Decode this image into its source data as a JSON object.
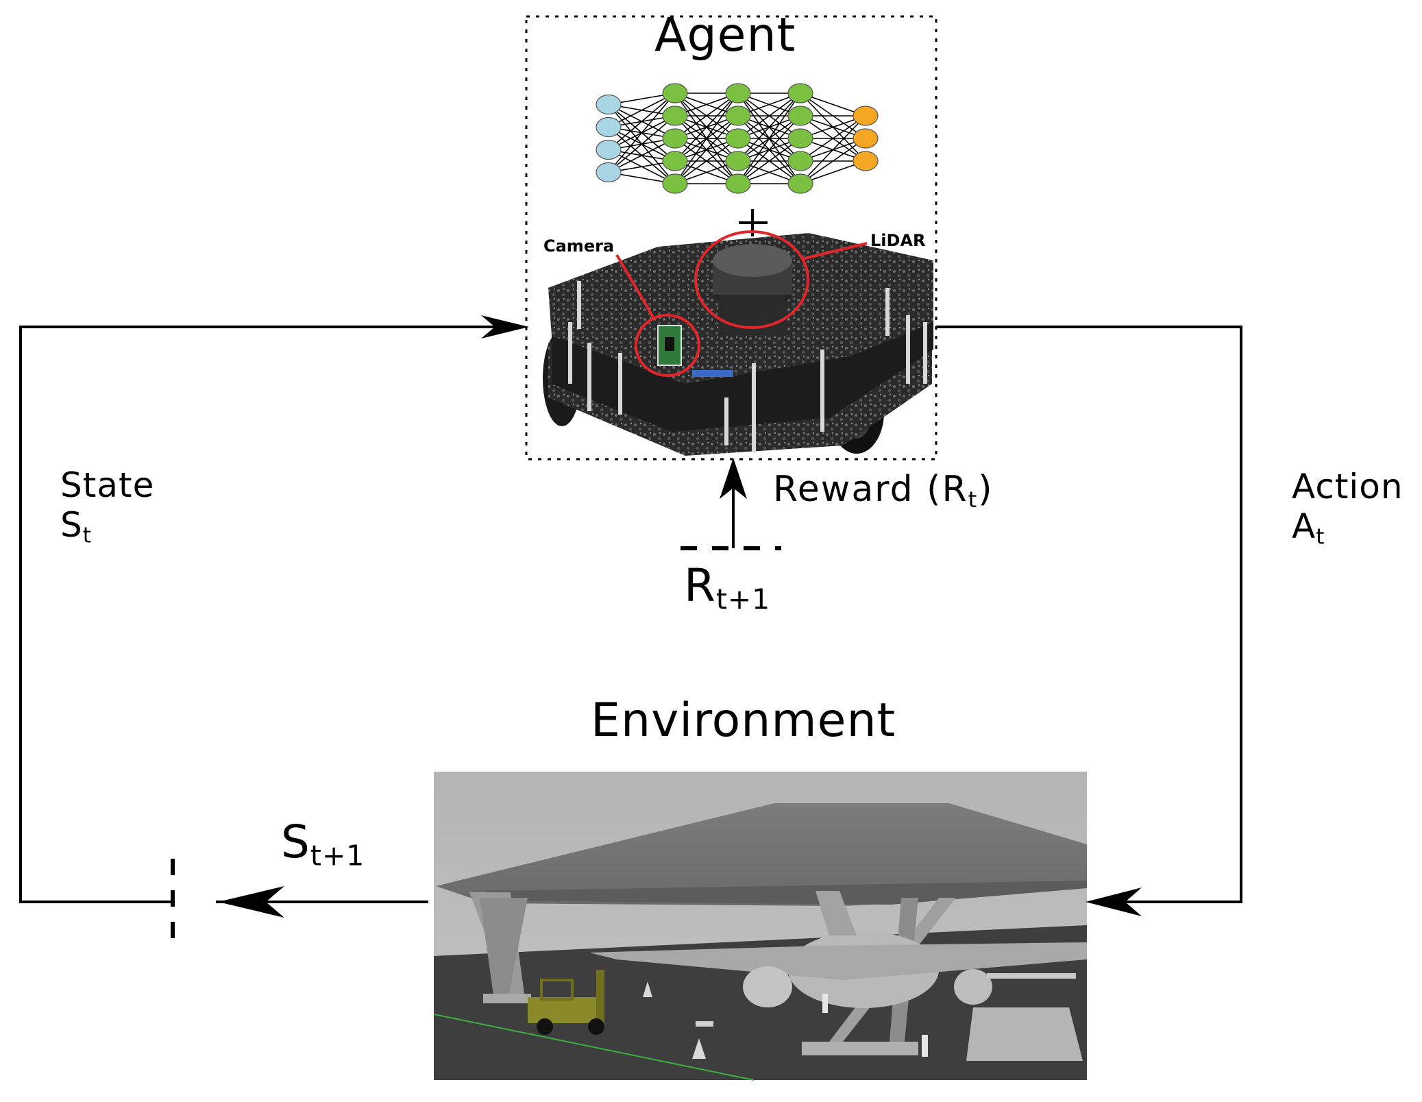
{
  "agent": {
    "title": "Agent",
    "camera_label": "Camera",
    "lidar_label": "LiDAR",
    "network_layers": [
      4,
      5,
      5,
      5,
      3
    ],
    "colors": {
      "input": "#a9d6e5",
      "hidden": "#7ac142",
      "output": "#f5a623"
    }
  },
  "environment": {
    "title": "Environment"
  },
  "state": {
    "word": "State",
    "symbol": "S",
    "subscript": "t"
  },
  "action": {
    "word": "Action",
    "symbol": "A",
    "subscript": "t"
  },
  "reward": {
    "text": "Reward (R",
    "subscript": "t",
    "close": ")"
  },
  "next_reward": {
    "symbol": "R",
    "subscript": "t+1"
  },
  "next_state": {
    "symbol": "S",
    "subscript": "t+1"
  }
}
